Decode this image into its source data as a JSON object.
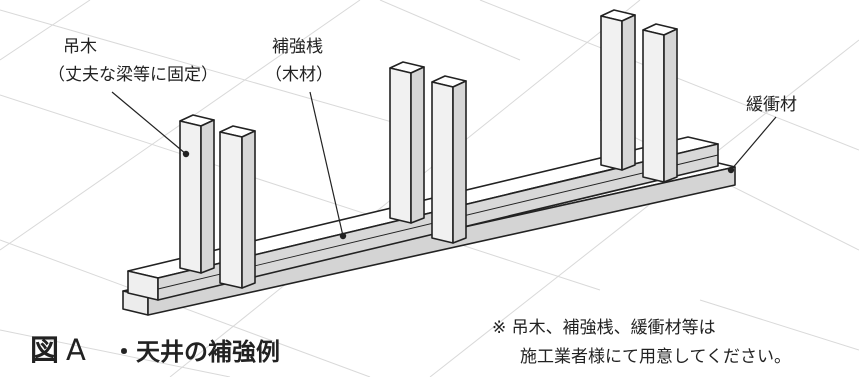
{
  "labels": {
    "hanger": {
      "line1": "吊木",
      "line2": "（丈夫な梁等に固定）"
    },
    "reinforcement": {
      "line1": "補強桟",
      "line2": "（木材）"
    },
    "cushion": "緩衝材"
  },
  "caption": {
    "figure": "図",
    "letter": "A",
    "text": "・天井の補強例"
  },
  "note": {
    "line1": "※ 吊木、補強桟、緩衝材等は",
    "line2": "施工業者様にて用意してください。"
  },
  "colors": {
    "stroke": "#222222",
    "face_light": "#ffffff",
    "face_shade": "#eeeeee",
    "face_dark": "#d2d2d2",
    "grid": "#d6d6d6"
  }
}
